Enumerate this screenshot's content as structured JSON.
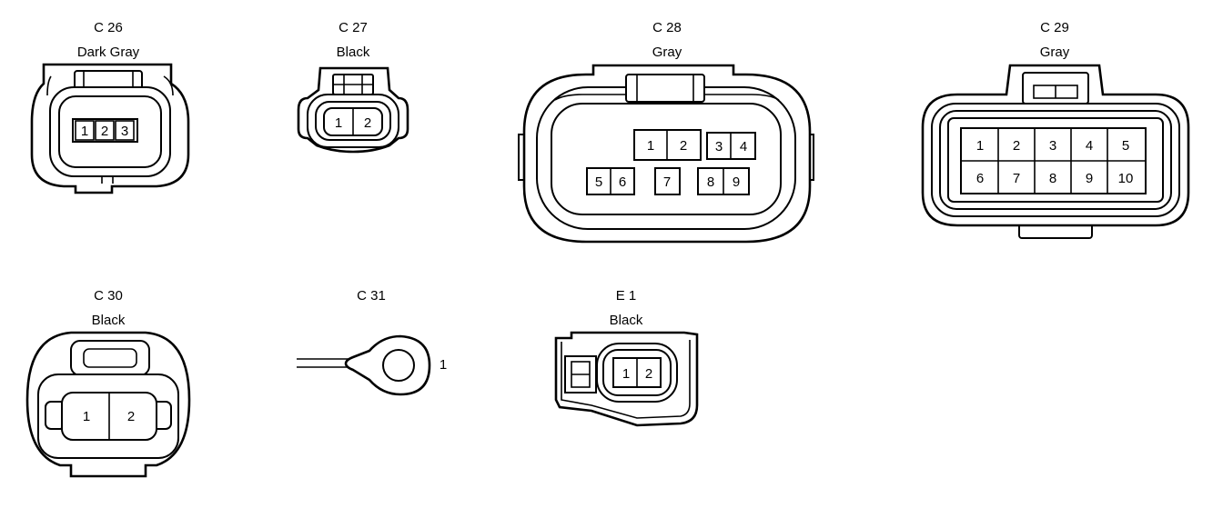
{
  "connectors": [
    {
      "id": "C 26",
      "color": "Dark Gray",
      "pins": [
        "1",
        "2",
        "3"
      ]
    },
    {
      "id": "C 27",
      "color": "Black",
      "pins": [
        "1",
        "2"
      ]
    },
    {
      "id": "C 28",
      "color": "Gray",
      "pins": [
        "1",
        "2",
        "3",
        "4",
        "5",
        "6",
        "7",
        "8",
        "9"
      ]
    },
    {
      "id": "C 29",
      "color": "Gray",
      "pins": [
        "1",
        "2",
        "3",
        "4",
        "5",
        "6",
        "7",
        "8",
        "9",
        "10"
      ]
    },
    {
      "id": "C 30",
      "color": "Black",
      "pins": [
        "1",
        "2"
      ]
    },
    {
      "id": "C 31",
      "color": "",
      "pins": [
        "1"
      ]
    },
    {
      "id": "E 1",
      "color": "Black",
      "pins": [
        "1",
        "2"
      ]
    }
  ]
}
